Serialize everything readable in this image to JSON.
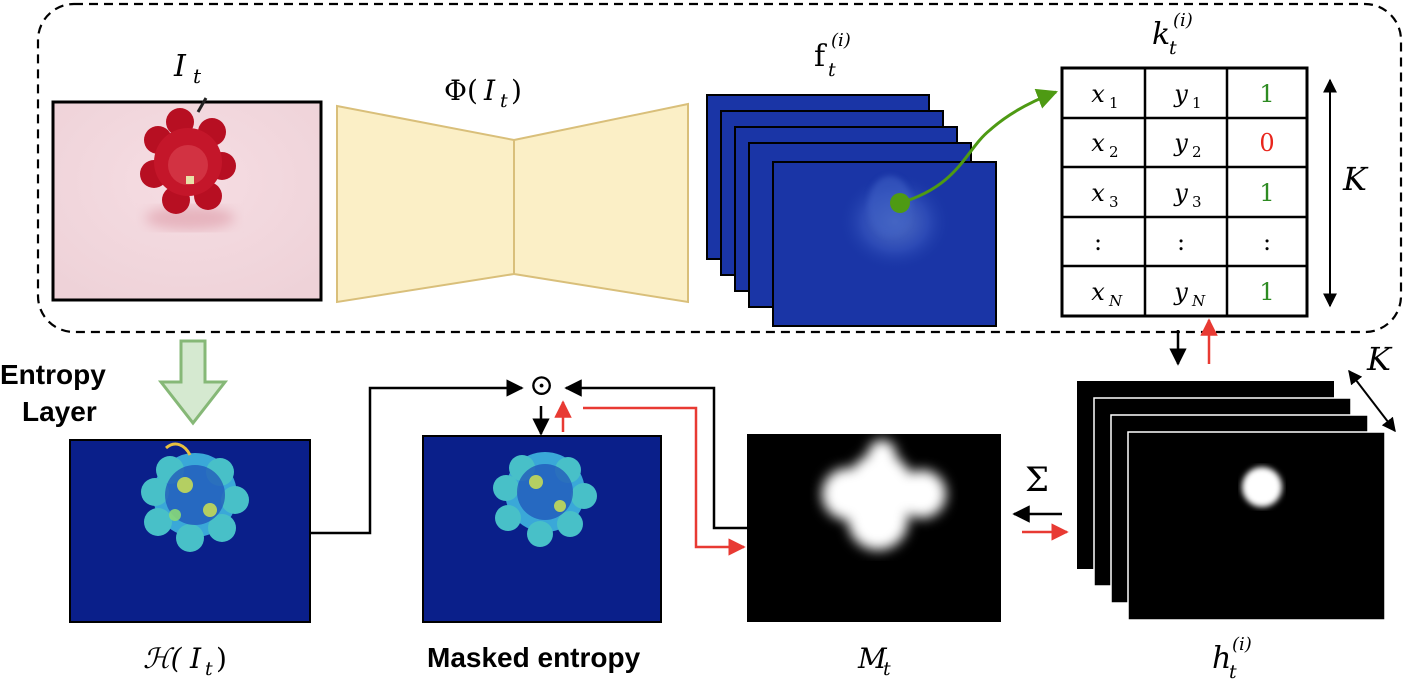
{
  "labels": {
    "input_image": "I",
    "input_image_sub": "t",
    "encoder": "Φ(",
    "encoder_arg": "I",
    "encoder_arg_sub": "t",
    "encoder_close": ")",
    "features": "f",
    "features_sub": "t",
    "features_sup": "(i)",
    "keypoints": "k",
    "keypoints_sub": "t",
    "keypoints_sup": "(i)",
    "K_vertical": "K",
    "K_diagonal": "K",
    "entropy_layer_line1": "Entropy",
    "entropy_layer_line2": "Layer",
    "entropy_map": "ℋ(",
    "entropy_map_arg": "I",
    "entropy_map_sub": "t",
    "entropy_map_close": ")",
    "masked_entropy": "Masked entropy",
    "mask": "M",
    "mask_sub": "t",
    "heatmaps": "h",
    "heatmaps_sub": "t",
    "heatmaps_sup": "(i)",
    "hadamard": "⊙",
    "sum": "Σ"
  },
  "keypoint_table": {
    "rows": [
      {
        "x": "x",
        "x_sub": "1",
        "y": "y",
        "y_sub": "1",
        "v": "1",
        "v_color": "#2e8b22"
      },
      {
        "x": "x",
        "x_sub": "2",
        "y": "y",
        "y_sub": "2",
        "v": "0",
        "v_color": "#e8251c"
      },
      {
        "x": "x",
        "x_sub": "3",
        "y": "y",
        "y_sub": "3",
        "v": "1",
        "v_color": "#2e8b22"
      },
      {
        "x": ":",
        "x_sub": "",
        "y": ":",
        "y_sub": "",
        "v": ":",
        "v_color": "#000000"
      },
      {
        "x": "x",
        "x_sub": "N",
        "y": "y",
        "y_sub": "N",
        "v": "1",
        "v_color": "#2e8b22"
      }
    ]
  },
  "colors": {
    "forward_arrow": "#000000",
    "backward_arrow": "#e83a33",
    "green_arrow": "#4e9a13",
    "encoder_fill": "#fbefc6",
    "encoder_stroke": "#d9bf7a",
    "entropy_arrow_fill": "#d5e9d0",
    "entropy_arrow_stroke": "#86b877",
    "map_blue": "#0a1f8a"
  }
}
